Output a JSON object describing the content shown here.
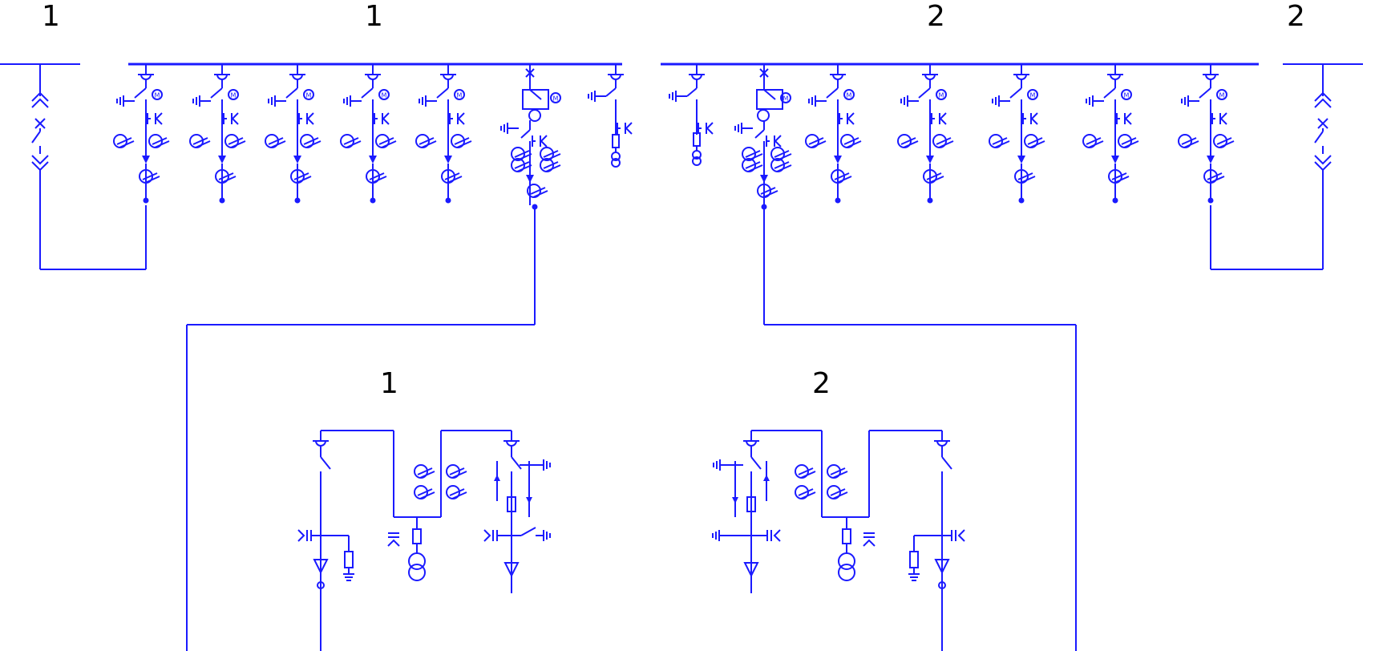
{
  "colors": {
    "line": "#1a1aff",
    "text": "#000000",
    "background": "#ffffff"
  },
  "labels": {
    "top_far_left": "1",
    "top_section_1": "1",
    "top_section_2": "2",
    "top_far_right": "2",
    "bottom_section_1": "1",
    "bottom_section_2": "2"
  }
}
